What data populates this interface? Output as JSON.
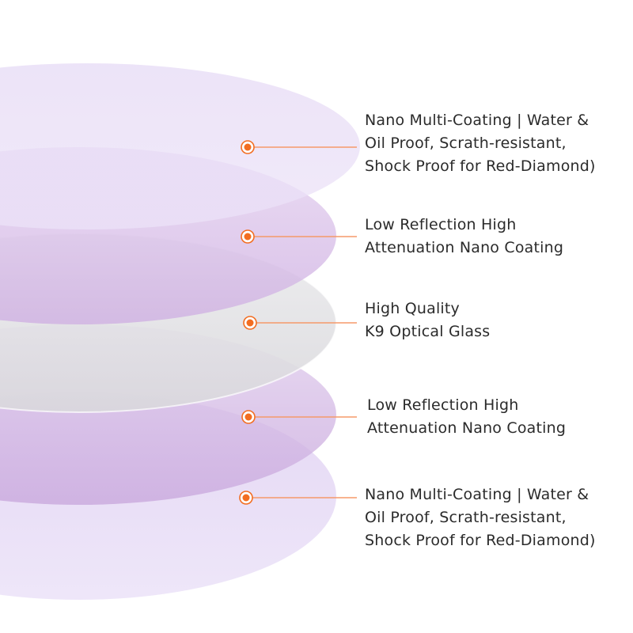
{
  "colors": {
    "accent": "#f26d21",
    "coating_layer": "#d9c2ec",
    "glass_layer": "#e3e2e4",
    "text": "#2b2b2b"
  },
  "layers": [
    {
      "kind": "coating",
      "lines": [
        "Nano Multi-Coating | Water &",
        "Oil Proof, Scrath-resistant,",
        "Shock Proof for Red-Diamond)"
      ]
    },
    {
      "kind": "coating",
      "lines": [
        "Low Reflection High",
        "Attenuation Nano Coating"
      ]
    },
    {
      "kind": "glass",
      "lines": [
        "High Quality",
        "K9 Optical Glass"
      ]
    },
    {
      "kind": "coating",
      "lines": [
        "Low Reflection High",
        "Attenuation Nano Coating"
      ]
    },
    {
      "kind": "coating",
      "lines": [
        "Nano Multi-Coating | Water &",
        "Oil Proof, Scrath-resistant,",
        "Shock Proof for Red-Diamond)"
      ]
    }
  ]
}
